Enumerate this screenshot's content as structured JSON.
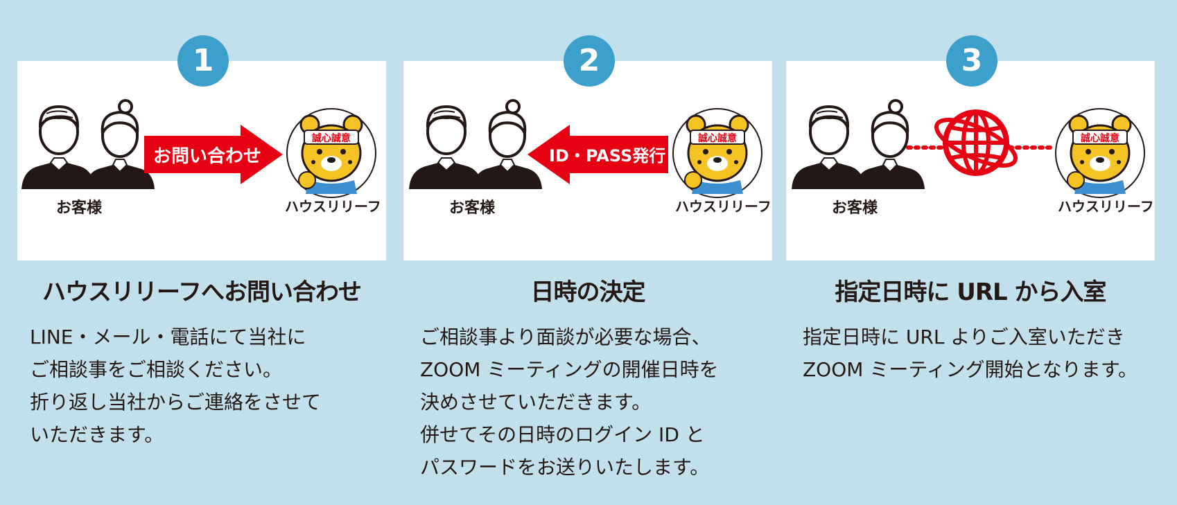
{
  "colors": {
    "background": "#c2e0ec",
    "badge": "#3d9fcb",
    "arrow": "#e60012",
    "panel": "#ffffff",
    "text": "#231815",
    "mascot_yellow": "#f6c324",
    "mascot_shirt": "#3d8fd0"
  },
  "steps": [
    {
      "number": "1",
      "customer_label": "お客様",
      "company_label": "ハウスリリーフ",
      "headband_text": "誠心誠意",
      "arrow_label": "お問い合わせ",
      "title": "ハウスリリーフへお問い合わせ",
      "body": [
        "LINE・メール・電話にて当社に",
        "ご相談事をご相談ください。",
        "折り返し当社からご連絡をさせて",
        "いただきます。"
      ]
    },
    {
      "number": "2",
      "customer_label": "お客様",
      "company_label": "ハウスリリーフ",
      "headband_text": "誠心誠意",
      "arrow_label": "ID・PASS発行",
      "title": "日時の決定",
      "body": [
        "ご相談事より面談が必要な場合、",
        "ZOOM ミーティングの開催日時を",
        "決めさせていただきます。",
        "併せてその日時のログイン ID と",
        "パスワードをお送りいたします。"
      ]
    },
    {
      "number": "3",
      "customer_label": "お客様",
      "company_label": "ハウスリリーフ",
      "headband_text": "誠心誠意",
      "title": "指定日時に URL から入室",
      "body": [
        "指定日時に URL よりご入室いただき",
        "ZOOM ミーティング開始となります。"
      ]
    }
  ]
}
